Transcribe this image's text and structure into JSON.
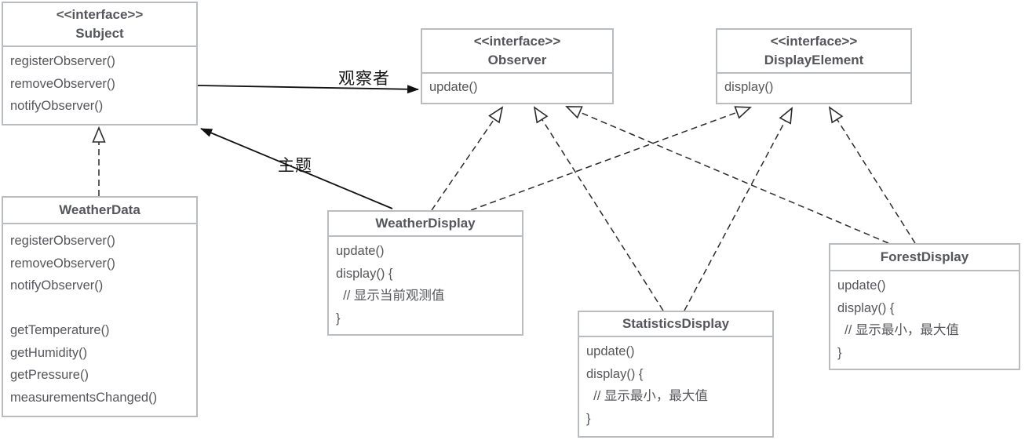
{
  "classes": {
    "subject": {
      "stereotype": "<<interface>>",
      "name": "Subject",
      "members": [
        "registerObserver()",
        "removeObserver()",
        "notifyObserver()"
      ]
    },
    "weatherData": {
      "name": "WeatherData",
      "members": [
        "registerObserver()",
        "removeObserver()",
        "notifyObserver()",
        "",
        "getTemperature()",
        "getHumidity()",
        "getPressure()",
        "measurementsChanged()"
      ]
    },
    "observer": {
      "stereotype": "<<interface>>",
      "name": "Observer",
      "members": [
        "update()"
      ]
    },
    "displayElement": {
      "stereotype": "<<interface>>",
      "name": "DisplayElement",
      "members": [
        "display()"
      ]
    },
    "weatherDisplay": {
      "name": "WeatherDisplay",
      "members": [
        "update()",
        "display() {",
        "  // 显示当前观测值",
        "}"
      ]
    },
    "statisticsDisplay": {
      "name": "StatisticsDisplay",
      "members": [
        "update()",
        "display() {",
        "  // 显示最小，最大值",
        "}"
      ]
    },
    "forestDisplay": {
      "name": "ForestDisplay",
      "members": [
        "update()",
        "display() {",
        "  // 显示最小，最大值",
        "}"
      ]
    }
  },
  "edge_labels": {
    "observer": "观察者",
    "subject": "主题"
  },
  "edges": [
    {
      "from": "WeatherData",
      "to": "Subject",
      "type": "realization"
    },
    {
      "from": "Subject",
      "to": "Observer",
      "type": "association",
      "label": "观察者"
    },
    {
      "from": "WeatherDisplay",
      "to": "Subject",
      "type": "association",
      "label": "主题"
    },
    {
      "from": "WeatherDisplay",
      "to": "Observer",
      "type": "realization"
    },
    {
      "from": "WeatherDisplay",
      "to": "DisplayElement",
      "type": "realization"
    },
    {
      "from": "StatisticsDisplay",
      "to": "Observer",
      "type": "realization"
    },
    {
      "from": "StatisticsDisplay",
      "to": "DisplayElement",
      "type": "realization"
    },
    {
      "from": "ForestDisplay",
      "to": "Observer",
      "type": "realization"
    },
    {
      "from": "ForestDisplay",
      "to": "DisplayElement",
      "type": "realization"
    }
  ],
  "colors": {
    "box_border": "#b9bdbf",
    "box_text": "#54565a",
    "line": "#2b2b2b",
    "label_text": "#141414"
  }
}
